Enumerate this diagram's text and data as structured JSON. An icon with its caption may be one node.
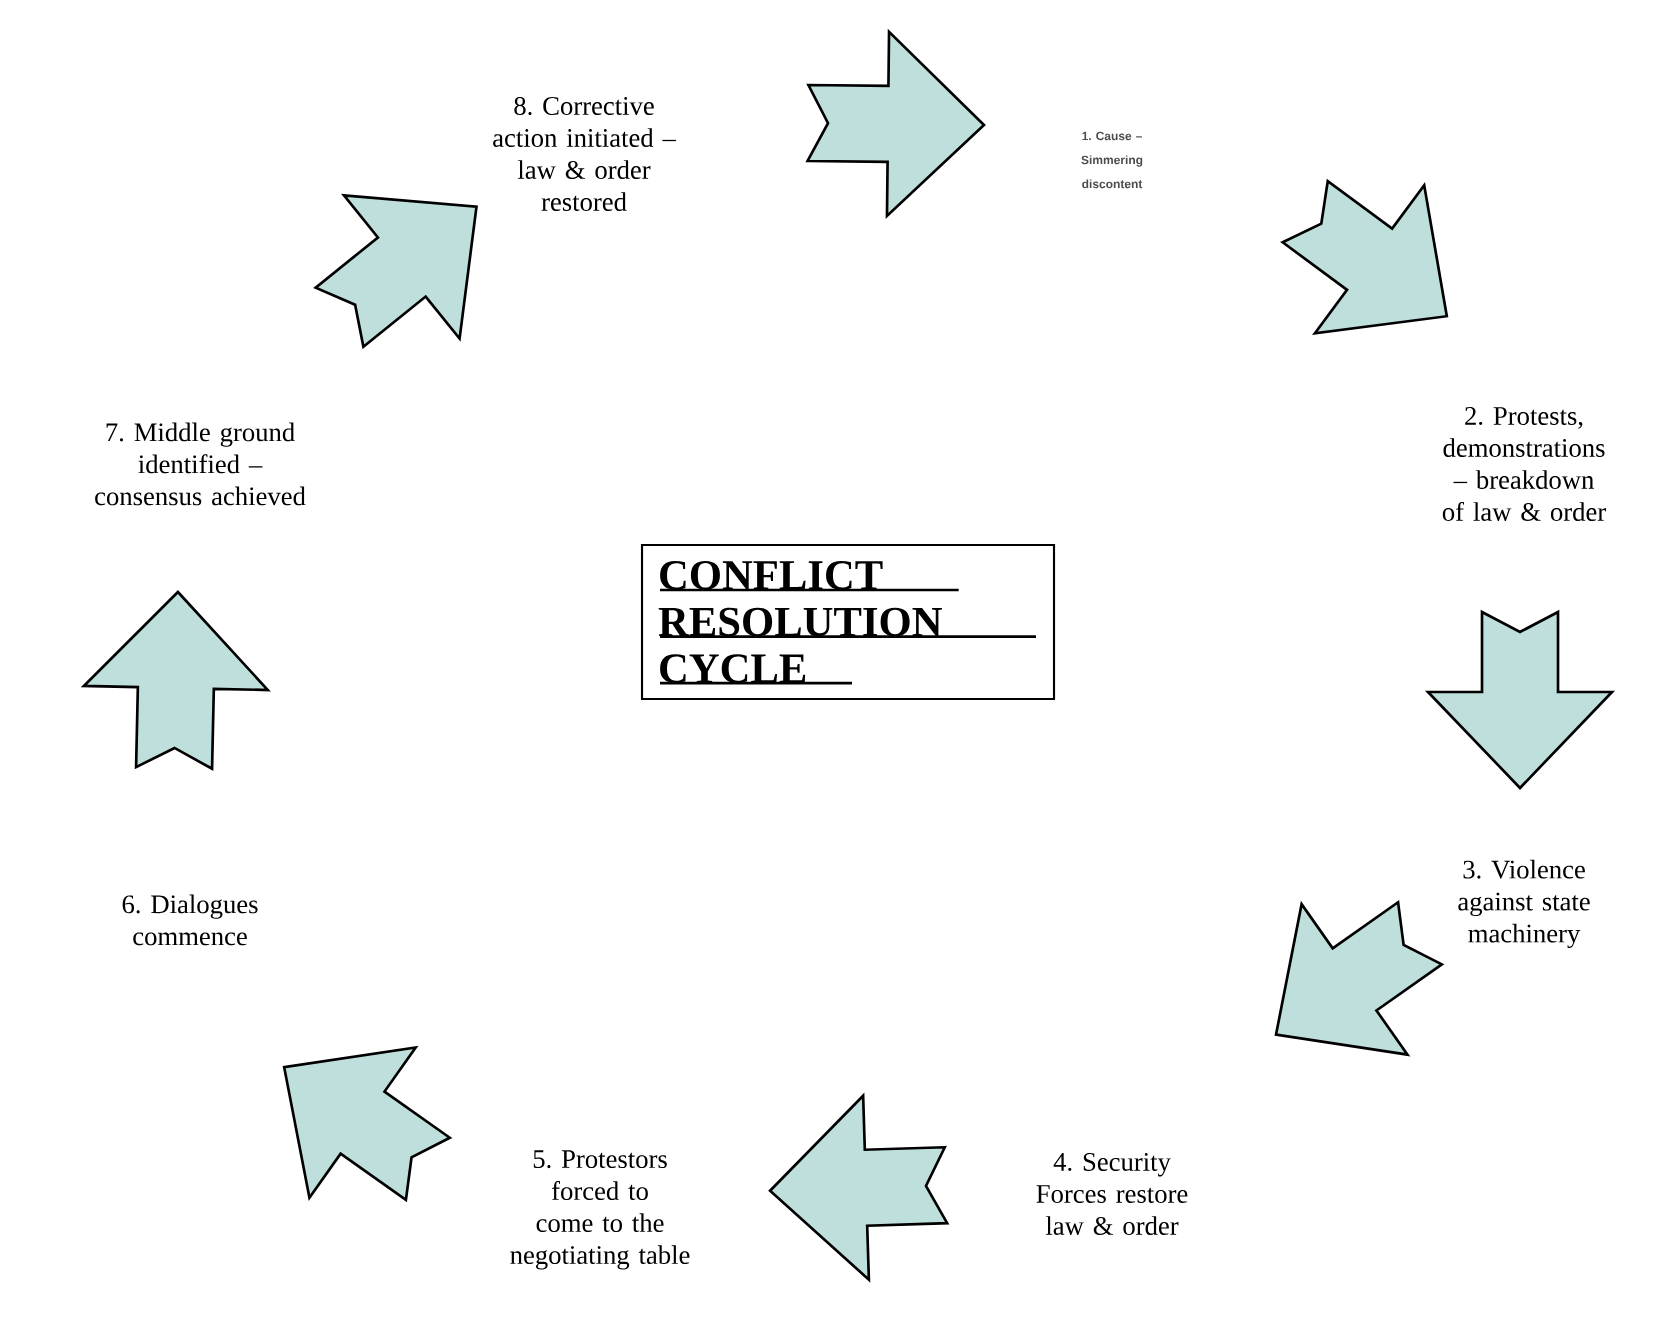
{
  "diagram": {
    "nodes": [
      {
        "text": [
          "1. Cause – Simmering discontent"
        ]
      },
      {
        "text": [
          "2. Protests, demonstrations – breakdown of law & order"
        ]
      },
      {
        "text": [
          "3. Violence against state machinery"
        ]
      },
      {
        "text": [
          "4. Security Forces restore law & order"
        ]
      },
      {
        "text": [
          "5. Protestors forced to come to the negotiating table"
        ]
      },
      {
        "text": [
          "6. Dialogues commence"
        ]
      },
      {
        "text": [
          "7. Middle ground identified – consensus achieved"
        ]
      },
      {
        "text": [
          "8. Corrective action initiated – law & order restored"
        ]
      },
      {
        "text": [
          "CONFLICT RESOLUTION CYCLE"
        ]
      }
    ],
    "edges": [
      {
        "from": 0,
        "to": 1,
        "arrow": "to"
      },
      {
        "from": 1,
        "to": 2,
        "arrow": "to"
      },
      {
        "from": 2,
        "to": 3,
        "arrow": "to"
      },
      {
        "from": 3,
        "to": 4,
        "arrow": "to"
      },
      {
        "from": 4,
        "to": 5,
        "arrow": "to"
      },
      {
        "from": 5,
        "to": 6,
        "arrow": "to"
      },
      {
        "from": 6,
        "to": 7,
        "arrow": "to"
      },
      {
        "from": 7,
        "to": 0,
        "arrow": "to"
      }
    ]
  }
}
